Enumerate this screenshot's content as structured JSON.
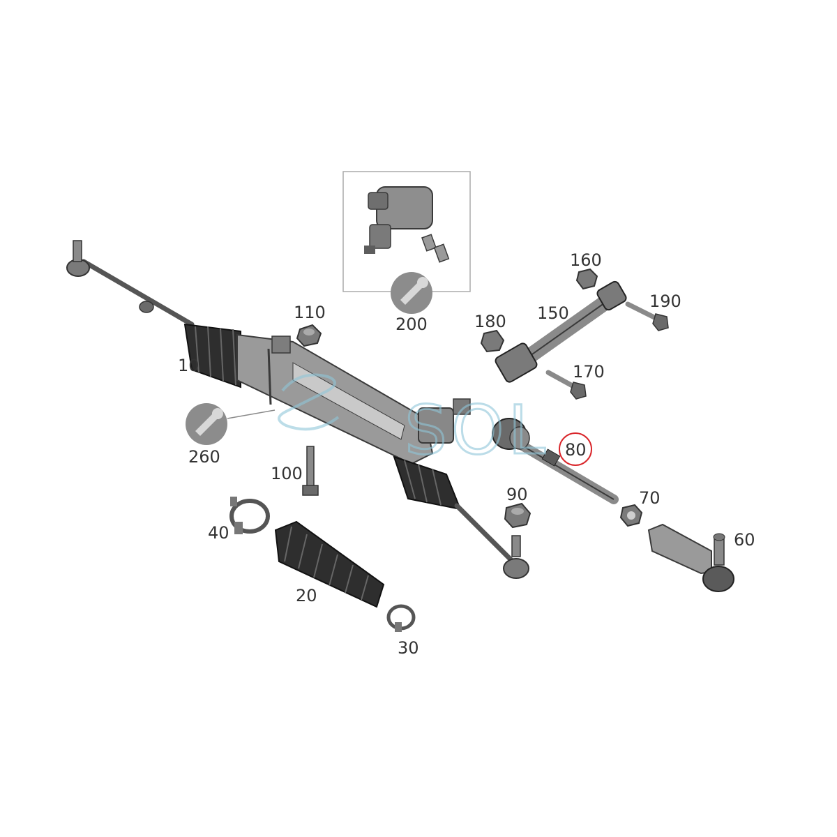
{
  "colors": {
    "part_fill": "#9a9a9a",
    "part_dark": "#3a3a3a",
    "part_light": "#c9c9c9",
    "boot_fill": "#2e2e2e",
    "wrench_badge": "#8c8c8c",
    "highlight_ring": "#d9262b",
    "watermark": "#8fc6d9",
    "inset_border": "#aaaaaa"
  },
  "icons": {
    "service_badge": "wrench-badge-icon"
  },
  "labels": {
    "p10": "10",
    "p20": "20",
    "p30": "30",
    "p40": "40",
    "p60": "60",
    "p70": "70",
    "p80": "80",
    "p90": "90",
    "p100": "100",
    "p110": "110",
    "p150": "150",
    "p160": "160",
    "p170": "170",
    "p180": "180",
    "p190": "190",
    "p200": "200",
    "p260": "260"
  },
  "highlighted_part": "80",
  "watermark": {
    "text": "SOL"
  }
}
